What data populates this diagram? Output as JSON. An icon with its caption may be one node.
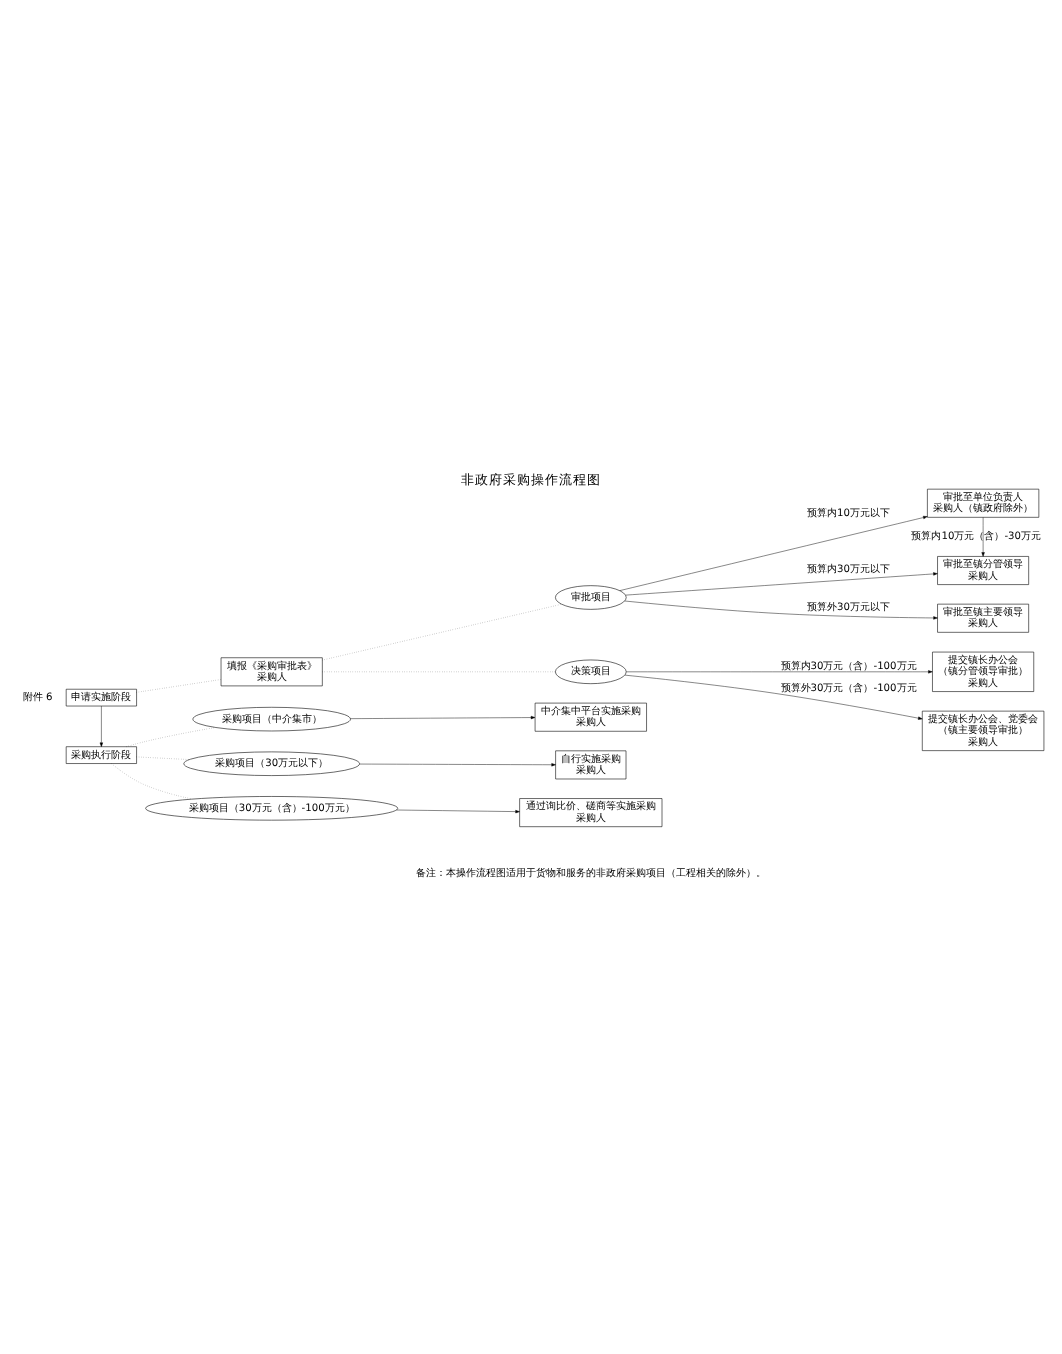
{
  "diagram": {
    "title": "非政府采购操作流程图",
    "nodes": [
      {
        "text": [
          "申请实施阶段"
        ]
      },
      {
        "text": [
          "填报《采购审批表》",
          "采购人"
        ]
      },
      {
        "text": [
          "审批项目"
        ]
      },
      {
        "text": [
          "决策项目"
        ]
      },
      {
        "text": [
          "审批至单位负责人",
          "采购人（镇政府除外）"
        ]
      },
      {
        "text": [
          "审批至镇分管领导",
          "采购人"
        ]
      },
      {
        "text": [
          "审批至镇主要领导",
          "采购人"
        ]
      },
      {
        "text": [
          "提交镇长办公会",
          "（镇分管领导审批）",
          "采购人"
        ]
      },
      {
        "text": [
          "提交镇长办公会、党委会",
          "（镇主要领导审批）",
          "采购人"
        ]
      },
      {
        "text": [
          "采购执行阶段"
        ]
      },
      {
        "text": [
          "采购项目（中介集市）"
        ]
      },
      {
        "text": [
          "采购项目（30万元以下）"
        ]
      },
      {
        "text": [
          "采购项目（30万元（含）-100万元）"
        ]
      },
      {
        "text": [
          "中介集中平台实施采购",
          "采购人"
        ]
      },
      {
        "text": [
          "自行实施采购",
          "采购人"
        ]
      },
      {
        "text": [
          "通过询比价、磋商等实施采购",
          "采购人"
        ]
      }
    ],
    "edges": [
      {
        "from": 0,
        "to": 1,
        "arrow": "none",
        "style": "dashed"
      },
      {
        "from": 1,
        "to": 2,
        "arrow": "none",
        "style": "dashed"
      },
      {
        "from": 1,
        "to": 3,
        "arrow": "none",
        "style": "dashed"
      },
      {
        "from": 2,
        "to": 4,
        "arrow": "to",
        "label": "预算内10万元以下"
      },
      {
        "from": 4,
        "to": 5,
        "arrow": "to",
        "label": "预算内10万元（含）-30万元"
      },
      {
        "from": 2,
        "to": 5,
        "arrow": "to",
        "label": "预算内30万元以下"
      },
      {
        "from": 2,
        "to": 6,
        "arrow": "to",
        "label": "预算外30万元以下"
      },
      {
        "from": 3,
        "to": 7,
        "arrow": "to",
        "label": "预算内30万元（含）-100万元"
      },
      {
        "from": 3,
        "to": 8,
        "arrow": "to",
        "label": "预算外30万元（含）-100万元"
      },
      {
        "from": 0,
        "to": 9,
        "arrow": "to"
      },
      {
        "from": 9,
        "to": 10,
        "arrow": "none",
        "style": "dashed"
      },
      {
        "from": 9,
        "to": 11,
        "arrow": "none",
        "style": "dashed"
      },
      {
        "from": 9,
        "to": 12,
        "arrow": "none",
        "style": "dashed"
      },
      {
        "from": 10,
        "to": 13,
        "arrow": "to"
      },
      {
        "from": 11,
        "to": 14,
        "arrow": "to"
      },
      {
        "from": 12,
        "to": 15,
        "arrow": "to"
      }
    ],
    "labels": [
      "附件 6",
      "备注：本操作流程图适用于货物和服务的非政府采购项目（工程相关的除外）。"
    ]
  }
}
